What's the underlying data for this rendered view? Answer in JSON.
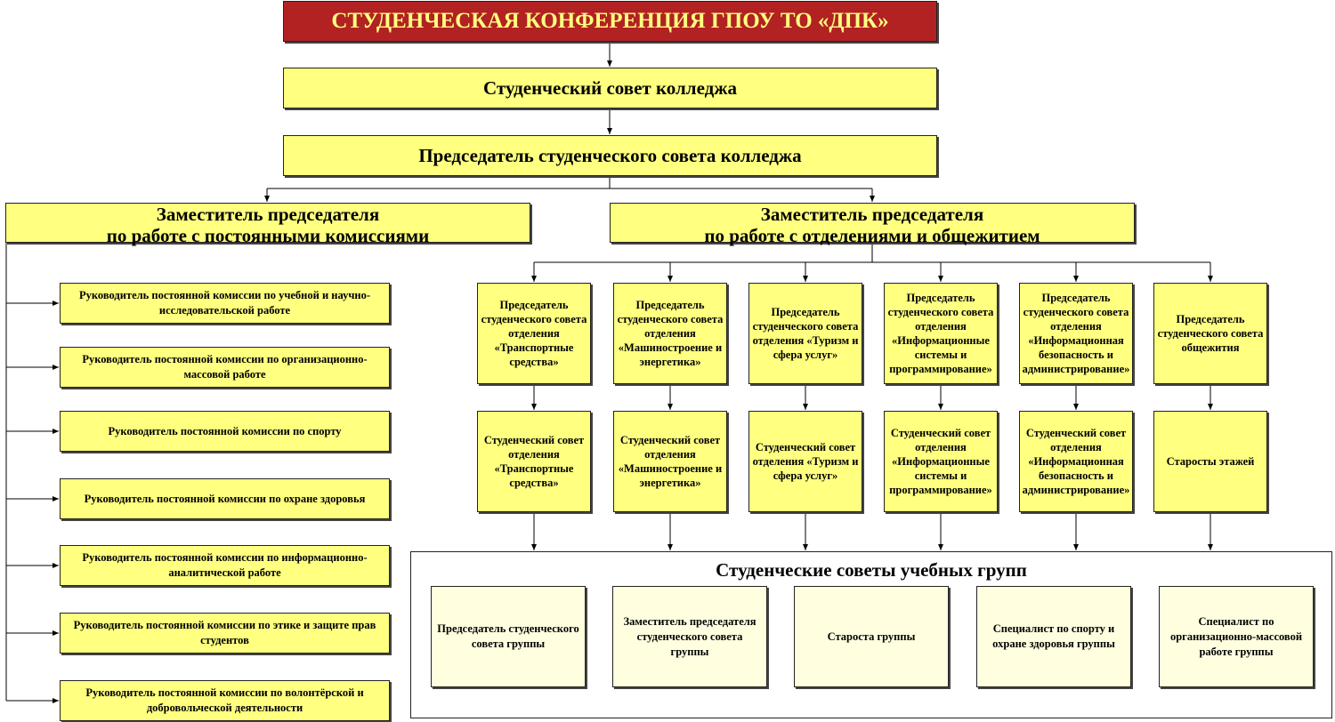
{
  "title": "СТУДЕНЧЕСКАЯ КОНФЕРЕНЦИЯ ГПОУ ТО «ДПК»",
  "college_council": "Студенческий совет колледжа",
  "chairman": "Председатель студенческого совета колледжа",
  "deputies": [
    {
      "line1": "Заместитель председателя",
      "line2": "по работе с постоянными комиссиями"
    },
    {
      "line1": "Заместитель председателя",
      "line2": "по работе с отделениями и общежитием"
    }
  ],
  "commissions": [
    "Руководитель постоянной комиссии по учебной и научно-исследовательской работе",
    "Руководитель постоянной комиссии по организационно-массовой работе",
    "Руководитель постоянной комиссии по спорту",
    "Руководитель постоянной комиссии по охране здоровья",
    "Руководитель постоянной комиссии по информационно-аналитической работе",
    "Руководитель постоянной комиссии по этике и защите прав студентов",
    "Руководитель постоянной комиссии по волонтёрской и добровольческой деятельности"
  ],
  "department_chairs": [
    "Председатель студенческого совета отделения «Транспортные средства»",
    "Председатель студенческого совета отделения «Машиностроение и энергетика»",
    "Председатель студенческого совета отделения «Туризм и сфера услуг»",
    "Председатель студенческого совета отделения «Информационные системы и программирование»",
    "Председатель студенческого совета отделения «Информационная безопасность и администрирование»",
    "Председатель студенческого совета общежития"
  ],
  "department_councils": [
    "Студенческий совет отделения «Транспортные средства»",
    "Студенческий совет отделения «Машиностроение и энергетика»",
    "Студенческий совет отделения «Туризм и сфера услуг»",
    "Студенческий совет отделения «Информационные системы и программирование»",
    "Студенческий совет отделения «Информационная безопасность и администрирование»",
    "Старосты этажей"
  ],
  "group_councils": {
    "title": "Студенческие советы учебных групп",
    "members": [
      "Председатель студенческого совета группы",
      "Заместитель председателя студенческого совета группы",
      "Староста группы",
      "Специалист по спорту и охране здоровья группы",
      "Специалист по организационно-массовой работе группы"
    ]
  }
}
